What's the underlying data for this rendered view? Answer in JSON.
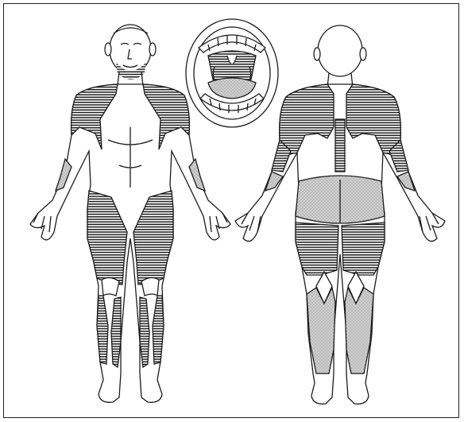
{
  "figure": {
    "panels": [
      {
        "id": "front-view",
        "kind": "anterior-body-figure"
      },
      {
        "id": "mouth-view",
        "kind": "open-mouth-figure"
      },
      {
        "id": "back-view",
        "kind": "posterior-body-figure"
      }
    ],
    "shading": {
      "dense": "horizontal-hatching",
      "light": "stippled"
    },
    "colors": {
      "ink": "#1b1b1b",
      "stipple": "#bdbdbd",
      "background": "#ffffff"
    }
  }
}
